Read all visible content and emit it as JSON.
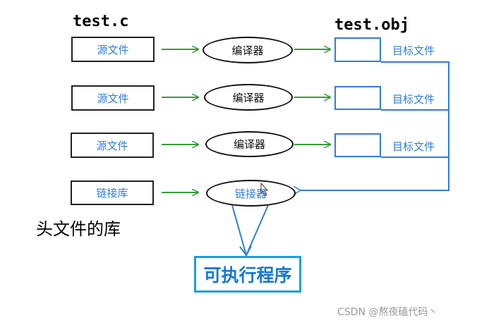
{
  "labels": {
    "source_name": "test.c",
    "object_name": "test.obj",
    "headers": "头文件的库",
    "executable": "可执行程序",
    "watermark": "CSDN @熬夜磕代码丶"
  },
  "rows": [
    {
      "input": "源文件",
      "process": "编译器",
      "output": "目标文件"
    },
    {
      "input": "源文件",
      "process": "编译器",
      "output": "目标文件"
    },
    {
      "input": "源文件",
      "process": "编译器",
      "output": "目标文件"
    },
    {
      "input": "链接库",
      "process": "链接器"
    }
  ],
  "colors": {
    "green_arrow": "#3a9a3a",
    "blue": "#2f7ed8",
    "exe_border": "#1aa0e0"
  }
}
